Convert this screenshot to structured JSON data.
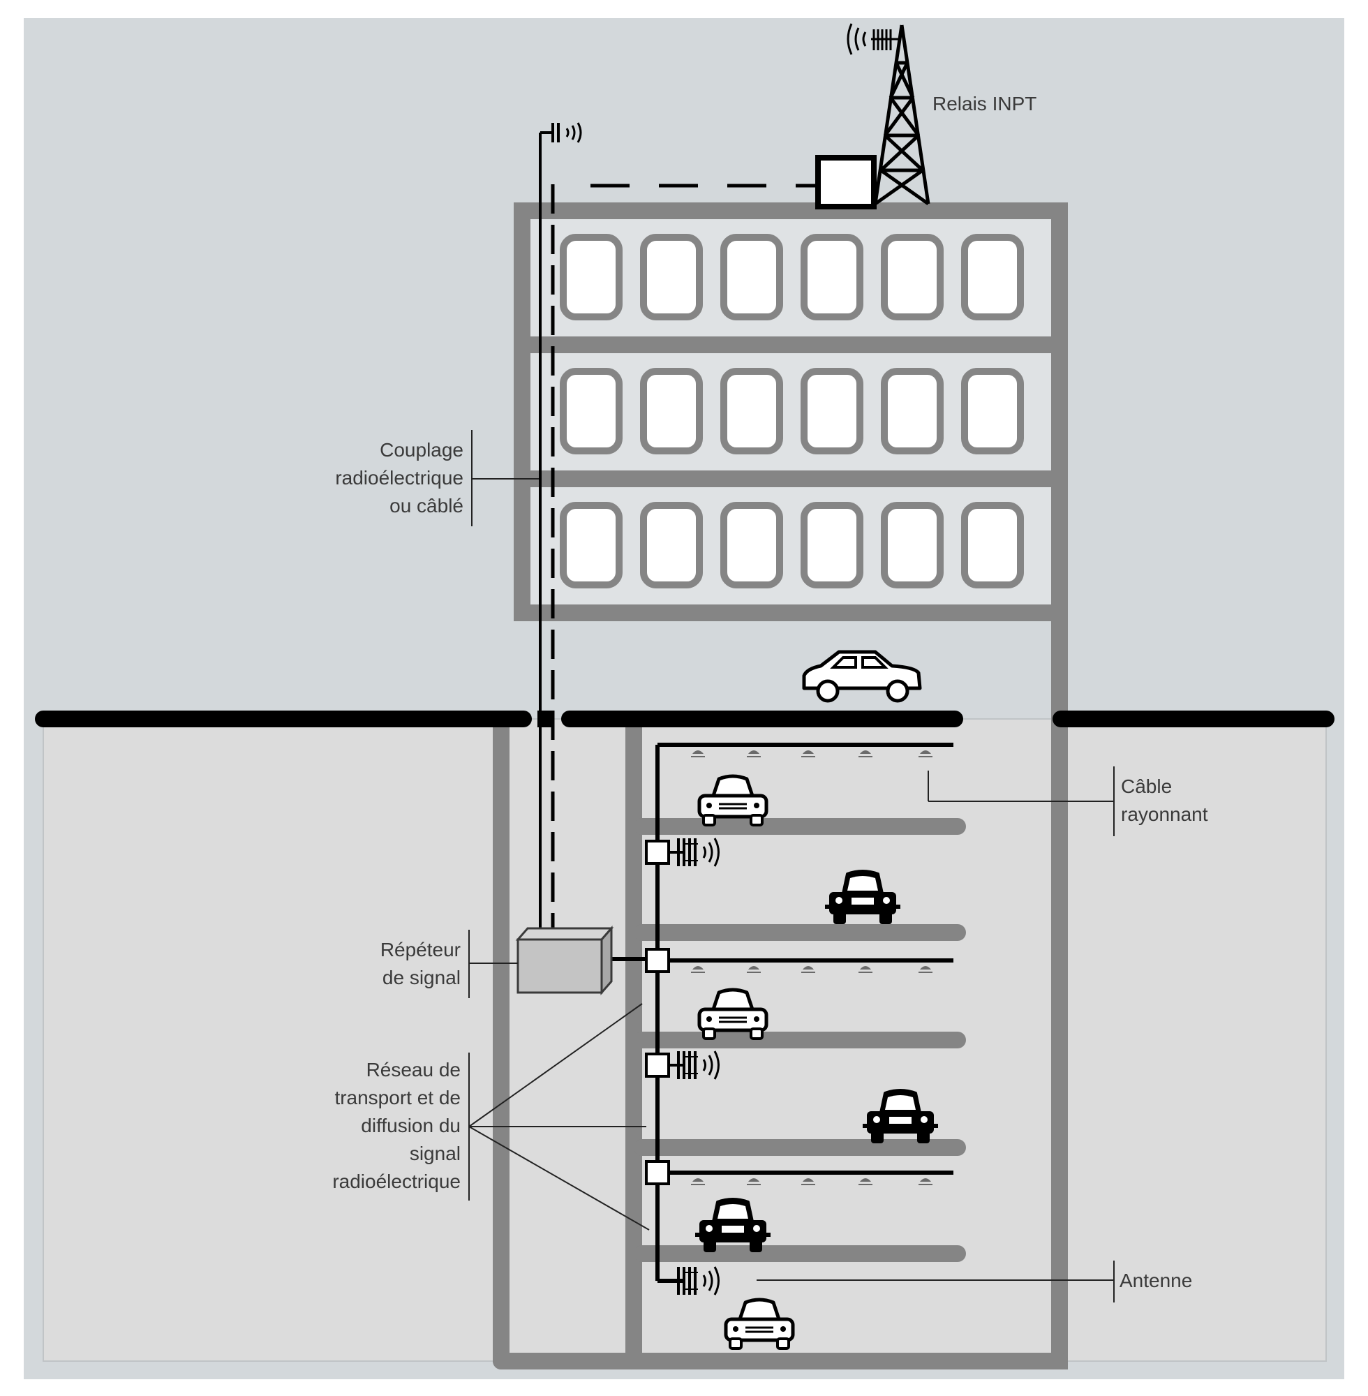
{
  "labels": {
    "relay": "Relais INPT",
    "coupling": [
      "Couplage",
      "radioélectrique",
      "ou câblé"
    ],
    "repeater": [
      "Répéteur",
      "de signal"
    ],
    "network": [
      "Réseau de",
      "transport et de",
      "diffusion du",
      "signal",
      "radioélectrique"
    ],
    "cable": [
      "Câble",
      "rayonnant"
    ],
    "antenna": "Antenne"
  },
  "colors": {
    "sky": "#d3d8db",
    "ground": "#dcdcdc",
    "wall": "#858585",
    "road": "#000000",
    "window_fill": "#ffffff",
    "repeater_fill": "#c4c4c4",
    "text": "#3a3a3a"
  },
  "icons": {
    "relay": "lattice-tower-icon",
    "rooftop_box": "relay-equipment-box-icon",
    "roof_antenna": "roof-antenna-icon",
    "repeater": "repeater-box-icon",
    "splitter": "splitter-node-icon",
    "antenna": "antenna-icon",
    "radiating_cable": "radiating-cable-icon",
    "car": "car-icon"
  }
}
